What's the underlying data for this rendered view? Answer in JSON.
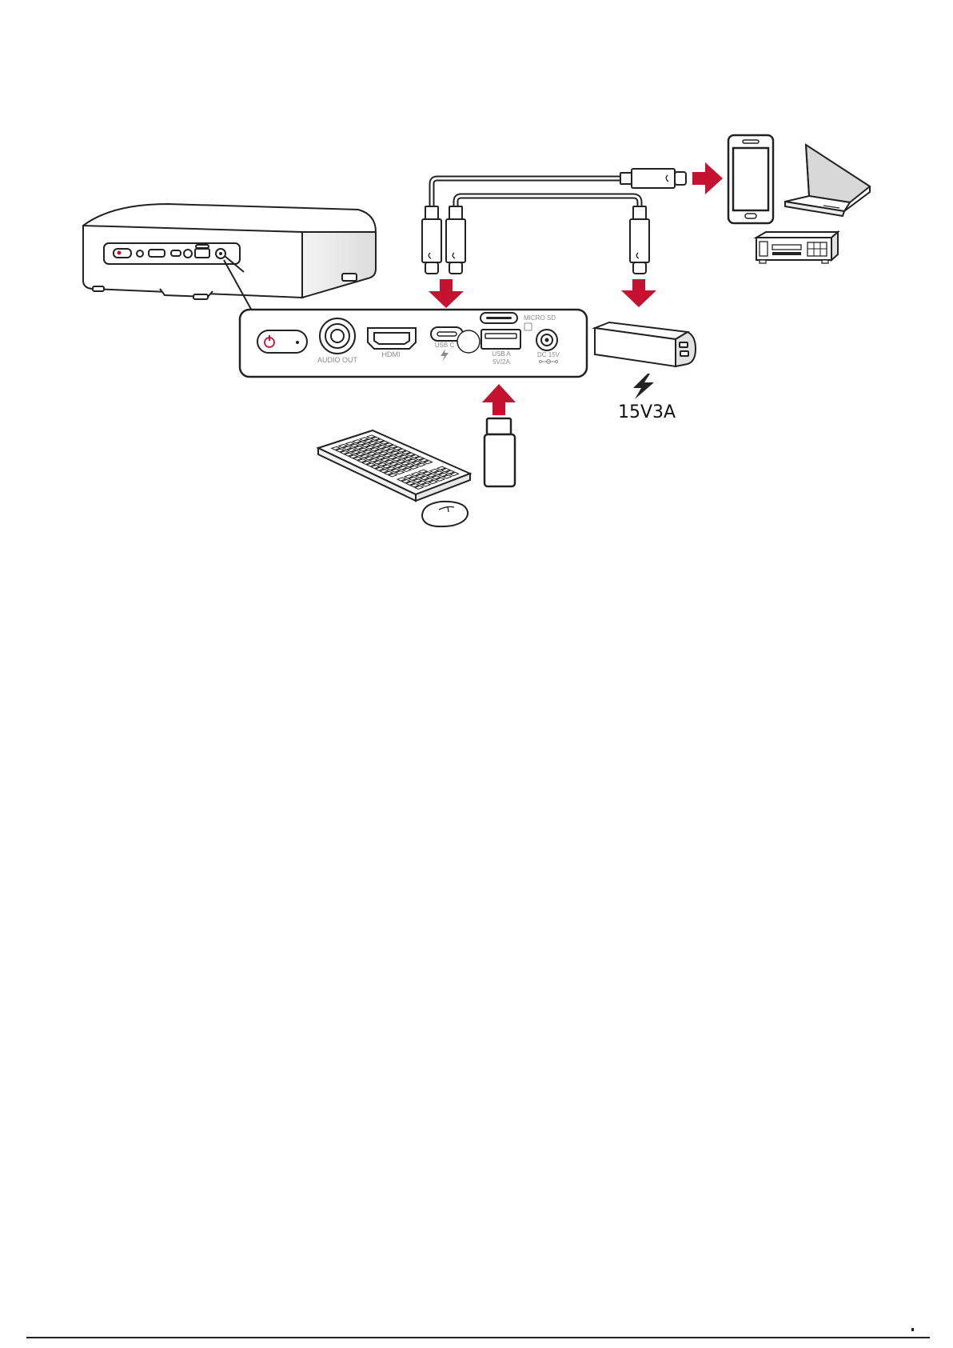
{
  "ports": {
    "audio_out": "AUDIO OUT",
    "hdmi": "HDMI",
    "usb_c": "USB C",
    "micro_sd": "MICRO SD",
    "usb_a": "USB A",
    "usb_a_rating": "5V/2A",
    "dc": "DC 15V"
  },
  "power_bank": {
    "rating": "15V3A"
  },
  "colors": {
    "arrow": "#c41230",
    "outline": "#222222",
    "port_label": "#8a8a8a"
  }
}
